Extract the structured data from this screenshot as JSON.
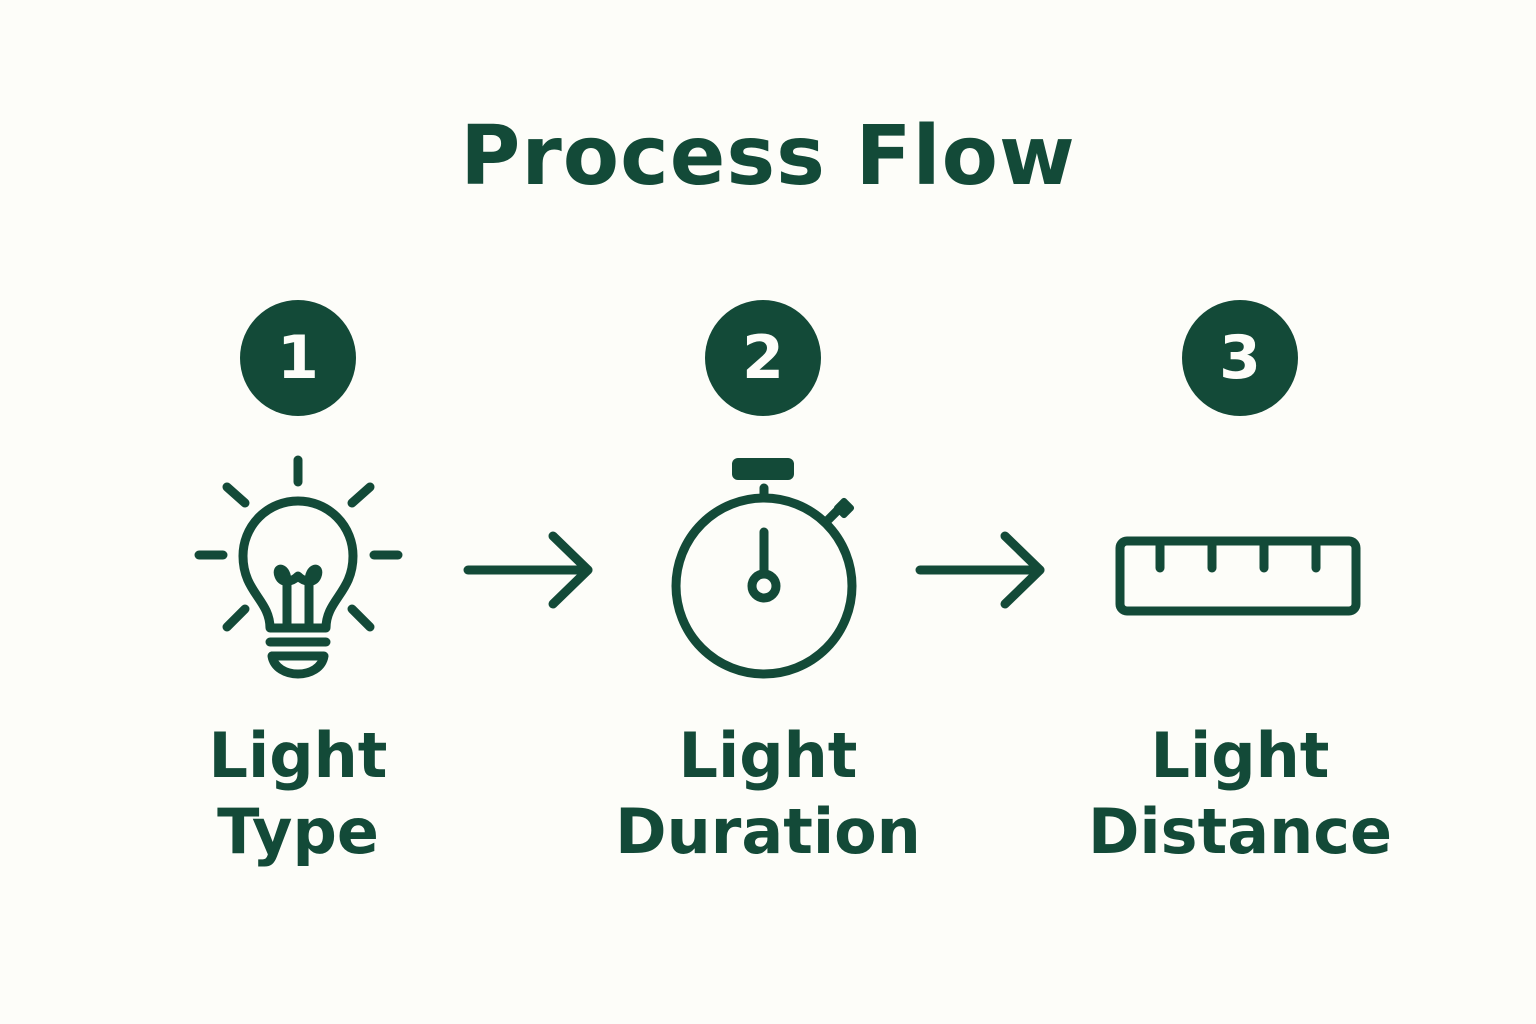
{
  "title": "Process Flow",
  "accent_color": "#134a38",
  "background_color": "#fdfdf9",
  "steps": [
    {
      "number": "1",
      "label_line1": "Light",
      "label_line2": "Type",
      "icon": "lightbulb-icon"
    },
    {
      "number": "2",
      "label_line1": "Light",
      "label_line2": "Duration",
      "icon": "stopwatch-icon"
    },
    {
      "number": "3",
      "label_line1": "Light",
      "label_line2": "Distance",
      "icon": "ruler-icon"
    }
  ],
  "connectors": [
    "arrow-right-icon",
    "arrow-right-icon"
  ]
}
